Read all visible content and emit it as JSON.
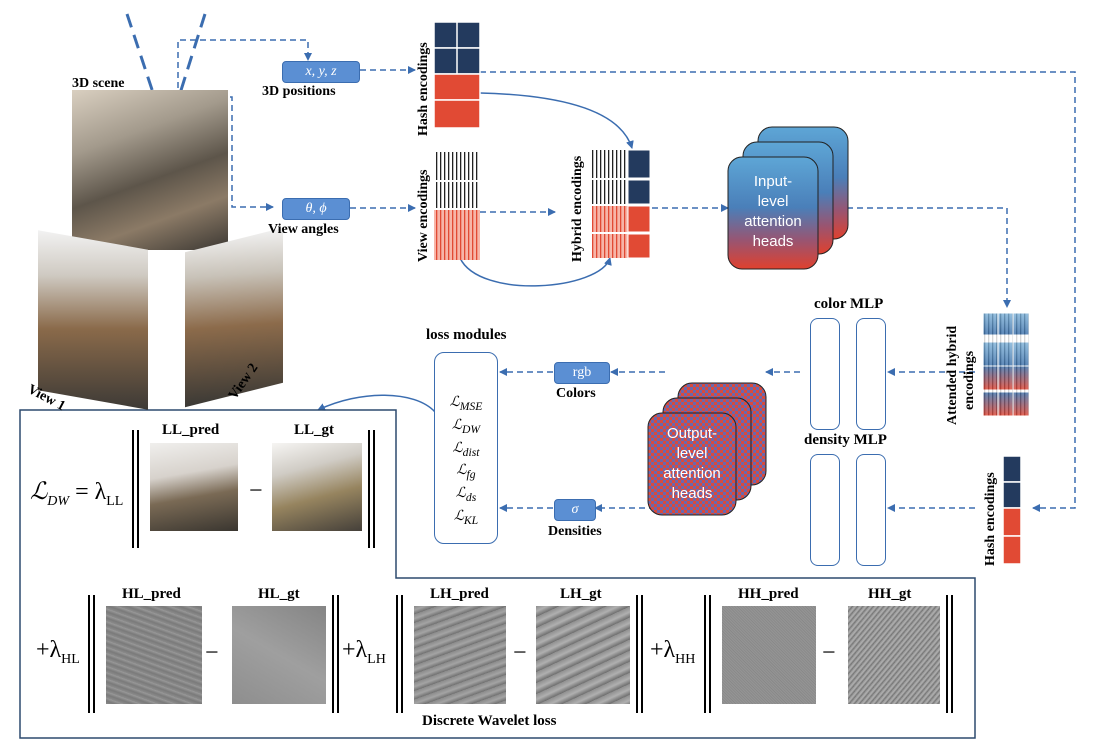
{
  "scene": {
    "title": "3D scene",
    "view1": "View 1",
    "view2": "View 2"
  },
  "inputs": {
    "positions_symbol": "x, y, z",
    "positions_label": "3D positions",
    "angles_symbol": "θ, ϕ",
    "angles_label": "View angles"
  },
  "encodings": {
    "hash": "Hash encodings",
    "view": "View encodings",
    "hybrid": "Hybrid encodings",
    "attended_line1": "Attended hybrid",
    "attended_line2": "encodings",
    "hash_bottom": "Hash encodings"
  },
  "attention": {
    "input_line1": "Input-",
    "input_line2": "level",
    "input_line3": "attention",
    "input_line4": "heads",
    "output_line1": "Output-",
    "output_line2": "level",
    "output_line3": "attention",
    "output_line4": "heads"
  },
  "mlp": {
    "color": "color MLP",
    "density": "density MLP"
  },
  "outputs": {
    "rgb": "rgb",
    "colors": "Colors",
    "sigma": "σ",
    "densities": "Densities"
  },
  "loss": {
    "title": "loss modules",
    "items": [
      {
        "main": "ℒ",
        "sub": "MSE"
      },
      {
        "main": "ℒ",
        "sub": "DW"
      },
      {
        "main": "ℒ",
        "sub": "dist"
      },
      {
        "main": "ℒ",
        "sub": "fg"
      },
      {
        "main": "ℒ",
        "sub": "ds"
      },
      {
        "main": "ℒ",
        "sub": "KL"
      }
    ]
  },
  "wavelet": {
    "lhs_main": "ℒ",
    "lhs_sub": "DW",
    "eq": "= λ",
    "ll_sub": "LL",
    "hl_sub": "HL",
    "lh_sub": "LH",
    "hh_sub": "HH",
    "plus": "+λ",
    "minus": "−",
    "ll_pred": "LL_pred",
    "ll_gt": "LL_gt",
    "hl_pred": "HL_pred",
    "hl_gt": "HL_gt",
    "lh_pred": "LH_pred",
    "lh_gt": "LH_gt",
    "hh_pred": "HH_pred",
    "hh_gt": "HH_gt",
    "caption": "Discrete Wavelet loss"
  },
  "colors": {
    "navy": "#233a5e",
    "red": "#e14a34",
    "blue": "#5b8fd3",
    "arrow": "#3b6db0"
  }
}
